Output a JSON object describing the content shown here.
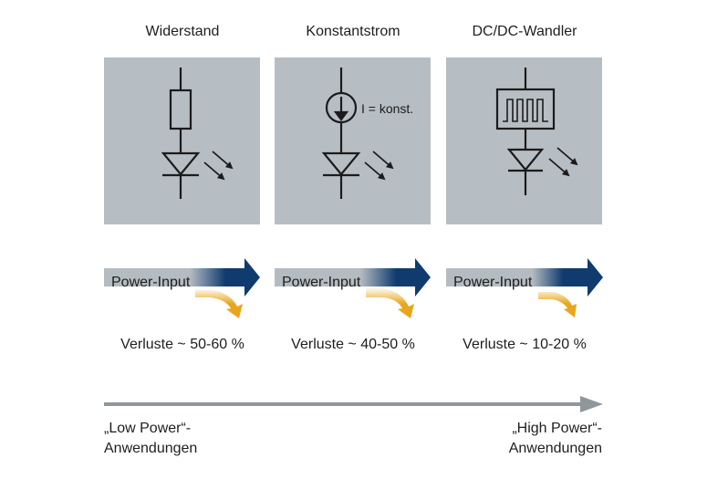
{
  "columns": [
    {
      "title": "Widerstand",
      "input_label": "Power-Input",
      "loss_label": "Verluste ~ 50-60 %",
      "loss_share": 0.55
    },
    {
      "title": "Konstantstrom",
      "input_label": "Power-Input",
      "loss_label": "Verluste ~ 40-50 %",
      "loss_share": 0.45,
      "source_label": "I = konst."
    },
    {
      "title": "DC/DC-Wandler",
      "input_label": "Power-Input",
      "loss_label": "Verluste ~ 10-20 %",
      "loss_share": 0.15
    }
  ],
  "scale": {
    "low": {
      "line1": "„Low Power“-",
      "line2": "Anwendungen"
    },
    "high": {
      "line1": "„High Power“-",
      "line2": "Anwendungen"
    }
  },
  "colors": {
    "panel": "#b7bec3",
    "symbol": "#1b1b1b",
    "input_grey": "#b5bcc1",
    "output_blue": "#0f3b6e",
    "loss_orange": "#e8a61e",
    "axis_grey": "#8f979c"
  }
}
